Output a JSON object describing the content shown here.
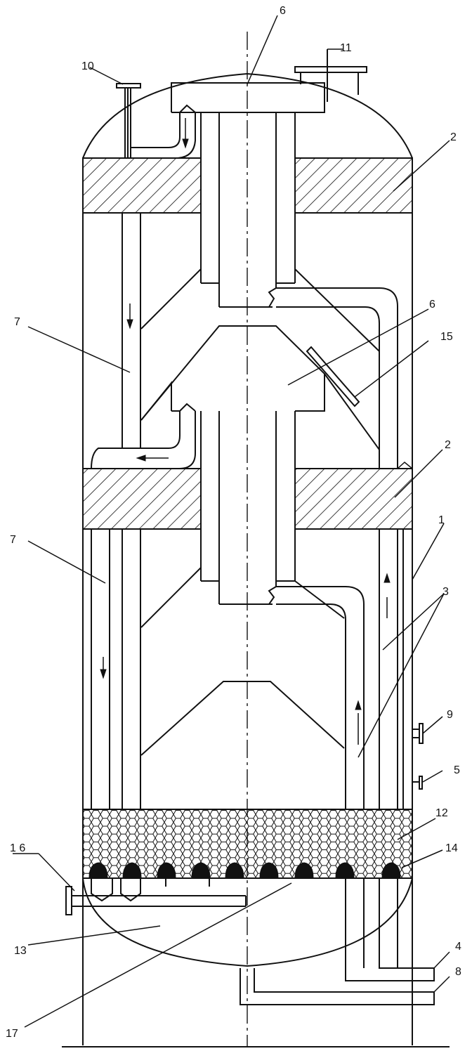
{
  "labels": {
    "l1": "1",
    "l2a": "2",
    "l2b": "2",
    "l3": "3",
    "l4": "4",
    "l5": "5",
    "l6a": "6",
    "l6b": "6",
    "l7a": "7",
    "l7b": "7",
    "l8": "8",
    "l9": "9",
    "l10": "10",
    "l11": "11",
    "l12": "12",
    "l13": "13",
    "l14": "14",
    "l15": "15",
    "l16": "1 6",
    "l17": "17"
  }
}
